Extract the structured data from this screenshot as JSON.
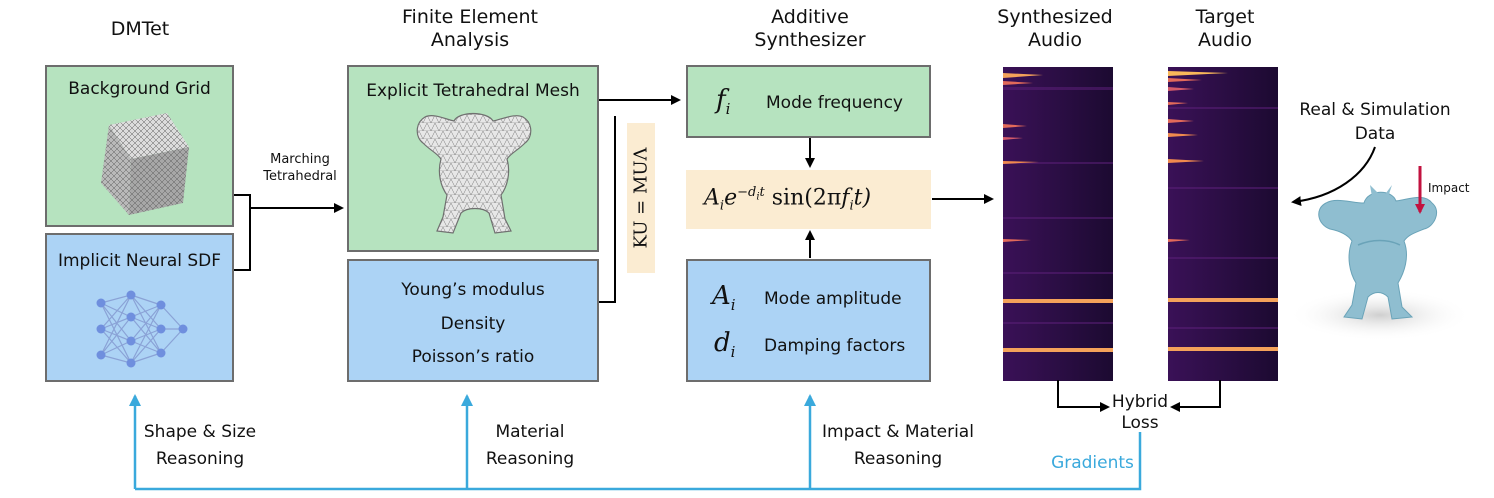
{
  "headers": {
    "dmtet": "DMTet",
    "fea": "Finite Element\nAnalysis",
    "additive": "Additive\nSynthesizer",
    "synth_audio": "Synthesized\nAudio",
    "target_audio": "Target\nAudio"
  },
  "dmtet": {
    "background_grid": "Background Grid",
    "implicit_sdf": "Implicit Neural SDF"
  },
  "marching": "Marching\nTetrahedral",
  "fea": {
    "mesh": "Explicit Tetrahedral Mesh",
    "materials": [
      "Young’s modulus",
      "Density",
      "Poisson’s ratio"
    ],
    "equation": "KU = MUΛ"
  },
  "synth": {
    "freq_symbol": "f",
    "freq_sub": "i",
    "freq_label": "Mode frequency",
    "formula": {
      "A": "A",
      "i": "i",
      "e": "e",
      "exp": "−d",
      "expsub": "i",
      "expt": "t",
      "sin": " sin(2π",
      "f": "f",
      "fsub": "i",
      "end": "t)"
    },
    "amp_symbol": "A",
    "amp_sub": "i",
    "amp_label": "Mode amplitude",
    "damp_symbol": "d",
    "damp_sub": "i",
    "damp_label": "Damping factors"
  },
  "right": {
    "real_sim": "Real & Simulation\nData",
    "impact": "Impact",
    "hybrid_loss": "Hybrid\nLoss",
    "gradients": "Gradients"
  },
  "reasoning": {
    "shape": "Shape & Size\nReasoning",
    "material": "Material\nReasoning",
    "impact_material": "Impact & Material\nReasoning"
  },
  "colors": {
    "green_box": "#b6e3bf",
    "blue_box": "#acd3f5",
    "cream_box": "#fbecd2",
    "gradient_line": "#3aa9dc",
    "impact_arrow": "#c2123f",
    "spectrogram_bg": "#1e0a33",
    "spectrogram_line": "#f4a25a"
  }
}
